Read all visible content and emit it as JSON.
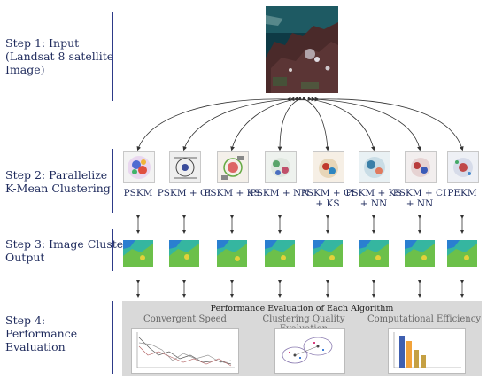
{
  "steps": {
    "s1": [
      "Step 1: Input",
      "(Landsat 8 satellite",
      "Image)"
    ],
    "s2": [
      "Step 2: Parallelize",
      "K-Mean Clustering"
    ],
    "s3": [
      "Step 3: Image Cluster",
      "Output"
    ],
    "s4": [
      "Step 4:",
      "Performance",
      "Evaluation"
    ]
  },
  "algorithms": [
    [
      "PSKM"
    ],
    [
      "PSKM + CI"
    ],
    [
      "PSKM + KS"
    ],
    [
      "PSKM + NN"
    ],
    [
      "PSKM + CI",
      "+ KS"
    ],
    [
      "PSKM + KS",
      "+ NN"
    ],
    [
      "PSKM + CI",
      "+ NN"
    ],
    [
      "PEKM"
    ]
  ],
  "evaluation": {
    "title": "Performance Evaluation of Each Algorithm",
    "panels": [
      "Convergent Speed",
      "Clustering Quality Evaluation",
      "Computational Efficiency"
    ]
  },
  "colors": {
    "accent": "#2d3a88",
    "text": "#1e2a5c",
    "panel_bg": "#d9d9d9"
  }
}
